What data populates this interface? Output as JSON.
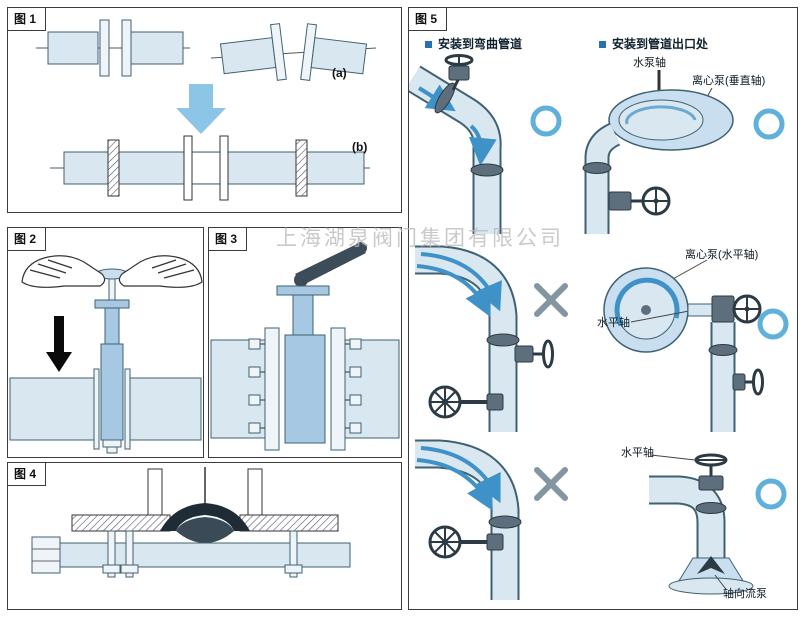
{
  "watermark": "上海湖泉阀门集团有限公司",
  "panels": {
    "fig1": {
      "title": "图 1",
      "label_a": "(a)",
      "label_b": "(b)"
    },
    "fig2": {
      "title": "图 2"
    },
    "fig3": {
      "title": "图 3"
    },
    "fig4": {
      "title": "图 4"
    },
    "fig5": {
      "title": "图 5",
      "legend": [
        {
          "label": "安装到弯曲管道"
        },
        {
          "label": "安装到管道出口处"
        }
      ],
      "annotations": {
        "pump_shaft": "水泵轴",
        "centrifugal_pump_vertical_shaft": "离心泵(垂直轴)",
        "centrifugal_pump_horizontal_shaft": "离心泵(水平轴)",
        "horizontal_shaft_mid": "水平轴",
        "horizontal_shaft_bottom": "水平轴",
        "axial_flow_pump": "轴向流泵"
      }
    }
  },
  "colors": {
    "pipe_fill": "#d9e7f1",
    "pipe_stroke": "#3f6273",
    "flow_arrow_blue": "#3f92c8",
    "metal_dark": "#5d6f7d",
    "correct_mark_blue": "#5fb0da",
    "incorrect_mark_gray": "#8295a1",
    "big_arrow_blue": "#8cc5e6",
    "legend_bullet_blue": "#2a6fb0"
  }
}
